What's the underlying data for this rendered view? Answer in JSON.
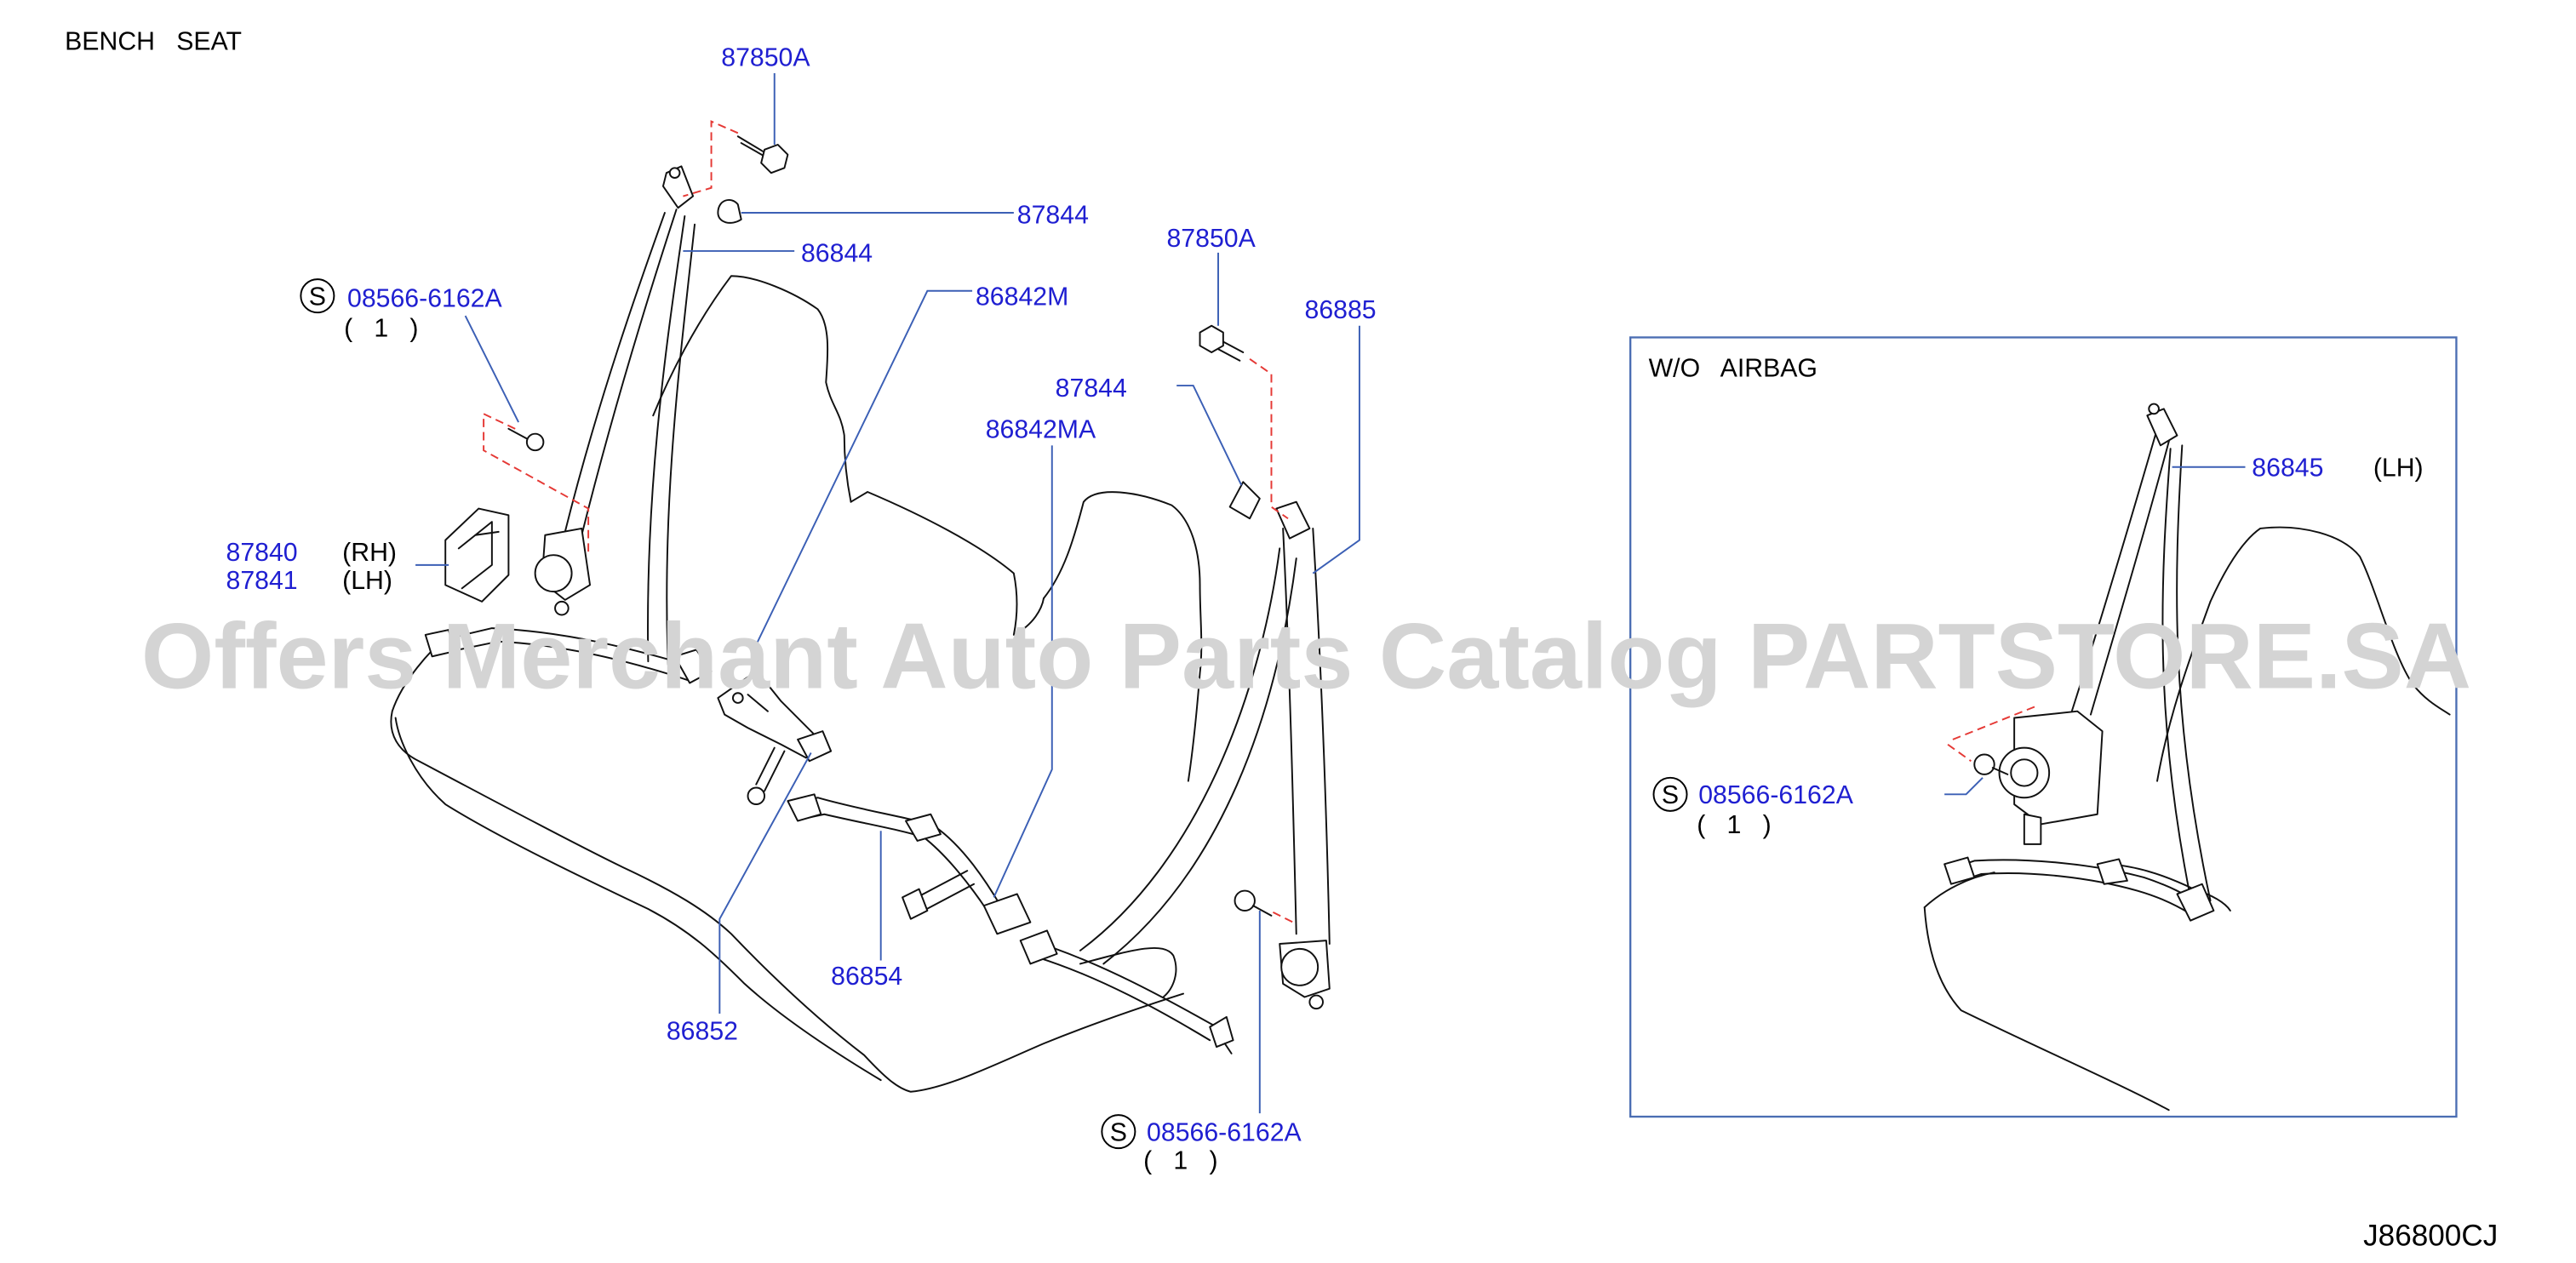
{
  "page": {
    "title": "BENCH   SEAT",
    "figure_id": "J86800CJ",
    "watermark": "Offers Merchant Auto Parts Catalog PARTSTORE.SA"
  },
  "callouts": [
    {
      "part": "87850A"
    },
    {
      "part": "87844"
    },
    {
      "part": "86844"
    },
    {
      "symbol": "S",
      "part": "08566-6162A",
      "qty": "(   1   )"
    },
    {
      "part": "86842M"
    },
    {
      "part": "87850A"
    },
    {
      "part": "86885"
    },
    {
      "part": "87844"
    },
    {
      "part": "86842MA"
    },
    {
      "part": "87840",
      "side": "(RH)"
    },
    {
      "part": "87841",
      "side": "(LH)"
    },
    {
      "part": "86854"
    },
    {
      "part": "86852"
    },
    {
      "symbol": "S",
      "part": "08566-6162A",
      "qty": "(   1   )"
    }
  ],
  "inset": {
    "title": "W/O   AIRBAG",
    "callouts": [
      {
        "part": "86845",
        "side": "(LH)"
      },
      {
        "symbol": "S",
        "part": "08566-6162A",
        "qty": "(   1   )"
      }
    ]
  },
  "colors": {
    "part_number": "#1f1fd1",
    "leader_line": "#3b5fb5",
    "guide_dash": "#e53935",
    "inset_border": "#4b6eb3",
    "watermark": "#d4d4d4",
    "line_art": "#111111"
  }
}
